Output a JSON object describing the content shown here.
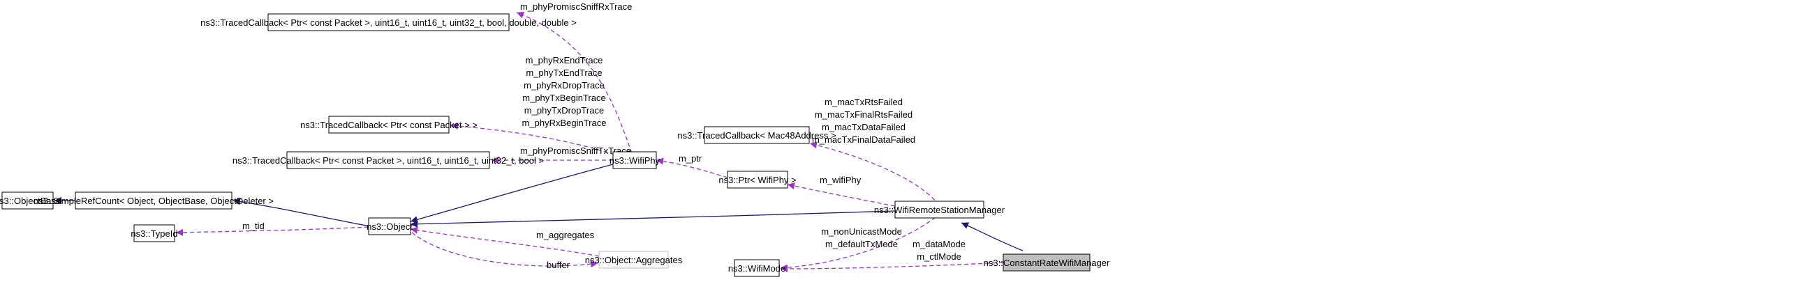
{
  "colors": {
    "inheritance": "#191970",
    "usage": "#9a32cd",
    "node_border": "#000000",
    "highlight_fill": "#bfbfbf",
    "grey_border": "#bfbfbf"
  },
  "nodes": {
    "traced_sniff_rx": "ns3::TracedCallback< Ptr< const Packet >, uint16_t, uint16_t, uint32_t, bool, double, double >",
    "traced_packet": "ns3::TracedCallback< Ptr< const Packet > >",
    "traced_sniff_tx": "ns3::TracedCallback< Ptr< const Packet >, uint16_t, uint16_t, uint32_t, bool >",
    "wifi_phy": "ns3::WifiPhy",
    "traced_mac48": "ns3::TracedCallback< Mac48Address >",
    "ptr_wifiphy": "ns3::Ptr< WifiPhy >",
    "object_base": "ns3::ObjectBase",
    "simple_ref_count": "ns3::SimpleRefCount< Object, ObjectBase, ObjectDeleter >",
    "object": "ns3::Object",
    "wifi_remote_station_manager": "ns3::WifiRemoteStationManager",
    "type_id": "ns3::TypeId",
    "object_aggregates": "ns3::Object::Aggregates",
    "wifi_mode": "ns3::WifiMode",
    "constant_rate_wifi_manager": "ns3::ConstantRateWifiManager"
  },
  "edge_labels": {
    "sniff_rx": [
      "m_phyPromiscSniffRxTrace"
    ],
    "phy_traces": [
      "m_phyRxEndTrace",
      "m_phyTxEndTrace",
      "m_phyRxDropTrace",
      "m_phyTxBeginTrace",
      "m_phyTxDropTrace",
      "m_phyRxBeginTrace"
    ],
    "sniff_tx": [
      "m_phyPromiscSniffTxTrace"
    ],
    "ptr": [
      "m_ptr"
    ],
    "mac_traces": [
      "m_macTxRtsFailed",
      "m_macTxFinalRtsFailed",
      "m_macTxDataFailed",
      "m_macTxFinalDataFailed"
    ],
    "wifi_phy_member": [
      "m_wifiPhy"
    ],
    "tid": [
      "m_tid"
    ],
    "aggregates": [
      "m_aggregates"
    ],
    "buffer": [
      "buffer"
    ],
    "station_modes": [
      "m_nonUnicastMode",
      "m_defaultTxMode"
    ],
    "data_modes": [
      "m_dataMode",
      "m_ctlMode"
    ]
  }
}
